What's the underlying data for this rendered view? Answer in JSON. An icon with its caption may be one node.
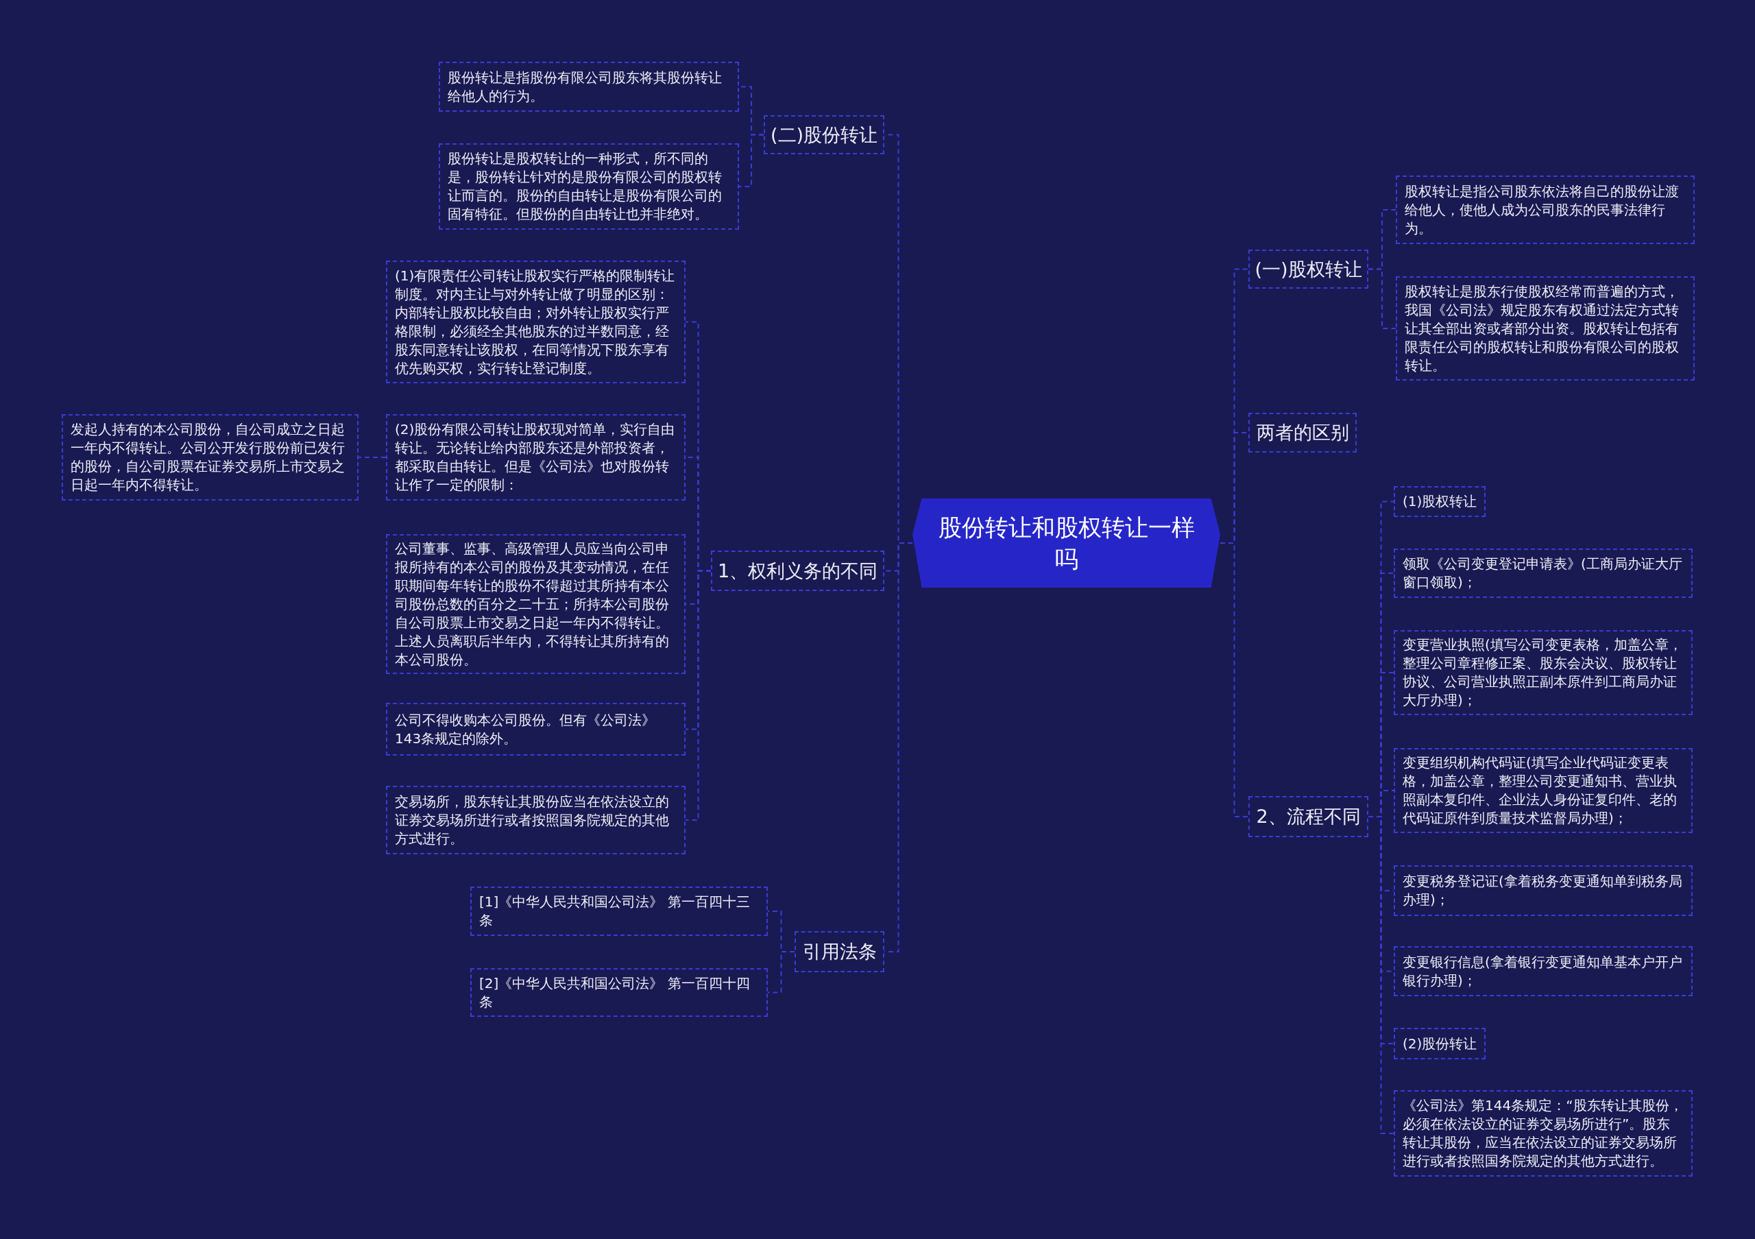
{
  "diagram": {
    "nodes": [
      {
        "text": [
          "股份转让和股权转让一样吗"
        ]
      },
      {
        "text": [
          "(二)股份转让"
        ]
      },
      {
        "text": [
          "股份转让是指股份有限公司股东将其股份转让给他人的行为。"
        ]
      },
      {
        "text": [
          "股份转让是股权转让的一种形式，所不同的是，股份转让针对的是股份有限公司的股权转让而言的。股份的自由转让是股份有限公司的固有特征。但股份的自由转让也并非绝对。"
        ]
      },
      {
        "text": [
          "1、权利义务的不同"
        ]
      },
      {
        "text": [
          "(1)有限责任公司转让股权实行严格的限制转让制度。对内主让与对外转让做了明显的区别：内部转让股权比较自由；对外转让股权实行严格限制，必须经全其他股东的过半数同意，经股东同意转让该股权，在同等情况下股东享有优先购买权，实行转让登记制度。"
        ]
      },
      {
        "text": [
          "(2)股份有限公司转让股权现对简单，实行自由转让。无论转让给内部股东还是外部投资者，都采取自由转让。但是《公司法》也对股份转让作了一定的限制："
        ]
      },
      {
        "text": [
          "发起人持有的本公司股份，自公司成立之日起一年内不得转让。公司公开发行股份前已发行的股份，自公司股票在证券交易所上市交易之日起一年内不得转让。"
        ]
      },
      {
        "text": [
          "公司董事、监事、高级管理人员应当向公司申报所持有的本公司的股份及其变动情况，在任职期间每年转让的股份不得超过其所持有本公司股份总数的百分之二十五；所持本公司股份自公司股票上市交易之日起一年内不得转让。上述人员离职后半年内，不得转让其所持有的本公司股份。"
        ]
      },
      {
        "text": [
          "公司不得收购本公司股份。但有《公司法》143条规定的除外。"
        ]
      },
      {
        "text": [
          "交易场所，股东转让其股份应当在依法设立的证券交易场所进行或者按照国务院规定的其他方式进行。"
        ]
      },
      {
        "text": [
          "引用法条"
        ]
      },
      {
        "text": [
          "[1]《中华人民共和国公司法》 第一百四十三条"
        ]
      },
      {
        "text": [
          "[2]《中华人民共和国公司法》 第一百四十四条"
        ]
      },
      {
        "text": [
          "(一)股权转让"
        ]
      },
      {
        "text": [
          "股权转让是指公司股东依法将自己的股份让渡给他人，使他人成为公司股东的民事法律行为。"
        ]
      },
      {
        "text": [
          "股权转让是股东行使股权经常而普遍的方式，我国《公司法》规定股东有权通过法定方式转让其全部出资或者部分出资。股权转让包括有限责任公司的股权转让和股份有限公司的股权转让。"
        ]
      },
      {
        "text": [
          "两者的区别"
        ]
      },
      {
        "text": [
          "2、流程不同"
        ]
      },
      {
        "text": [
          "(1)股权转让"
        ]
      },
      {
        "text": [
          "领取《公司变更登记申请表》(工商局办证大厅窗口领取)；"
        ]
      },
      {
        "text": [
          "变更营业执照(填写公司变更表格，加盖公章，整理公司章程修正案、股东会决议、股权转让协议、公司营业执照正副本原件到工商局办证大厅办理)；"
        ]
      },
      {
        "text": [
          "变更组织机构代码证(填写企业代码证变更表格，加盖公章，整理公司变更通知书、营业执照副本复印件、企业法人身份证复印件、老的代码证原件到质量技术监督局办理)；"
        ]
      },
      {
        "text": [
          "变更税务登记证(拿着税务变更通知单到税务局办理)；"
        ]
      },
      {
        "text": [
          "变更银行信息(拿着银行变更通知单基本户开户银行办理)；"
        ]
      },
      {
        "text": [
          "(2)股份转让"
        ]
      },
      {
        "text": [
          "《公司法》第144条规定：“股东转让其股份，必须在依法设立的证券交易场所进行”。股东转让其股份，应当在依法设立的证券交易场所进行或者按照国务院规定的其他方式进行。"
        ]
      }
    ],
    "edges": [
      {
        "from": 0,
        "to": 1,
        "arrow": "none"
      },
      {
        "from": 1,
        "to": 2,
        "arrow": "none"
      },
      {
        "from": 1,
        "to": 3,
        "arrow": "none"
      },
      {
        "from": 0,
        "to": 4,
        "arrow": "none"
      },
      {
        "from": 4,
        "to": 5,
        "arrow": "none"
      },
      {
        "from": 4,
        "to": 6,
        "arrow": "none"
      },
      {
        "from": 6,
        "to": 7,
        "arrow": "none"
      },
      {
        "from": 4,
        "to": 8,
        "arrow": "none"
      },
      {
        "from": 4,
        "to": 9,
        "arrow": "none"
      },
      {
        "from": 4,
        "to": 10,
        "arrow": "none"
      },
      {
        "from": 0,
        "to": 11,
        "arrow": "none"
      },
      {
        "from": 11,
        "to": 12,
        "arrow": "none"
      },
      {
        "from": 11,
        "to": 13,
        "arrow": "none"
      },
      {
        "from": 0,
        "to": 14,
        "arrow": "none"
      },
      {
        "from": 14,
        "to": 15,
        "arrow": "none"
      },
      {
        "from": 14,
        "to": 16,
        "arrow": "none"
      },
      {
        "from": 0,
        "to": 17,
        "arrow": "none"
      },
      {
        "from": 0,
        "to": 18,
        "arrow": "none"
      },
      {
        "from": 18,
        "to": 19,
        "arrow": "none"
      },
      {
        "from": 18,
        "to": 20,
        "arrow": "none"
      },
      {
        "from": 18,
        "to": 21,
        "arrow": "none"
      },
      {
        "from": 18,
        "to": 22,
        "arrow": "none"
      },
      {
        "from": 18,
        "to": 23,
        "arrow": "none"
      },
      {
        "from": 18,
        "to": 24,
        "arrow": "none"
      },
      {
        "from": 18,
        "to": 25,
        "arrow": "none"
      },
      {
        "from": 18,
        "to": 26,
        "arrow": "none"
      }
    ]
  }
}
